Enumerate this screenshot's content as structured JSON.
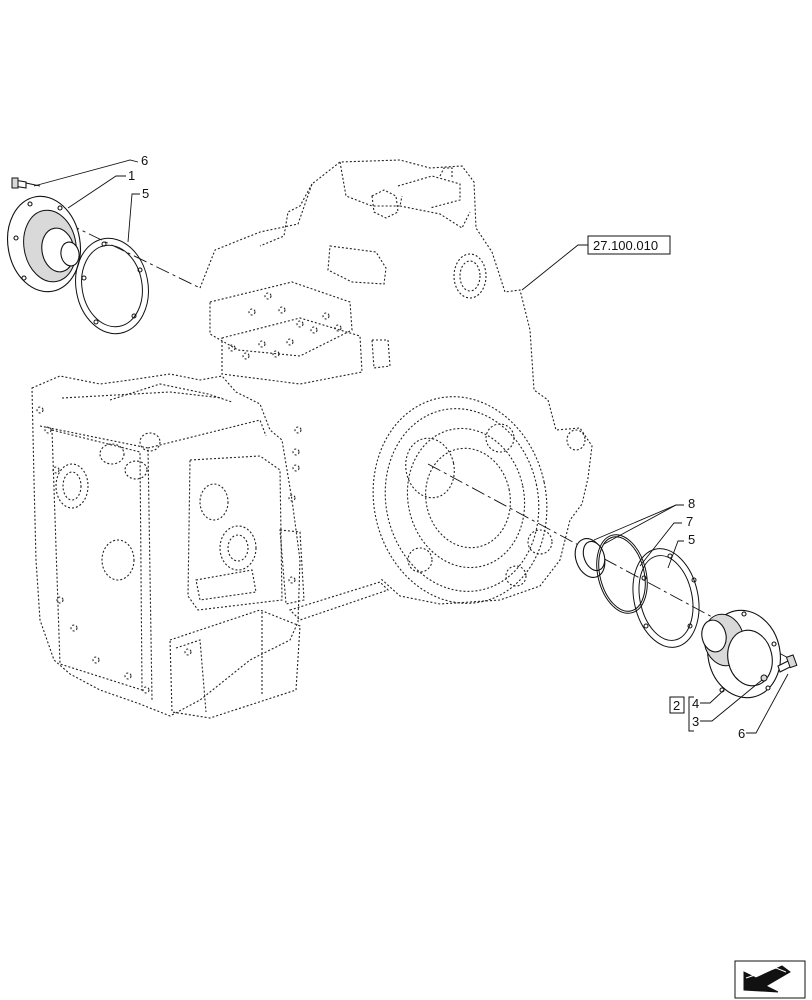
{
  "callouts": {
    "ref_box": "27.100.010",
    "group_box": "2",
    "left": {
      "c6": "6",
      "c1": "1",
      "c5": "5"
    },
    "right": {
      "c8": "8",
      "c7": "7",
      "c5": "5",
      "c4": "4",
      "c3": "3",
      "c6": "6"
    }
  },
  "icons": {
    "nav": "next-page-arrow-icon"
  }
}
